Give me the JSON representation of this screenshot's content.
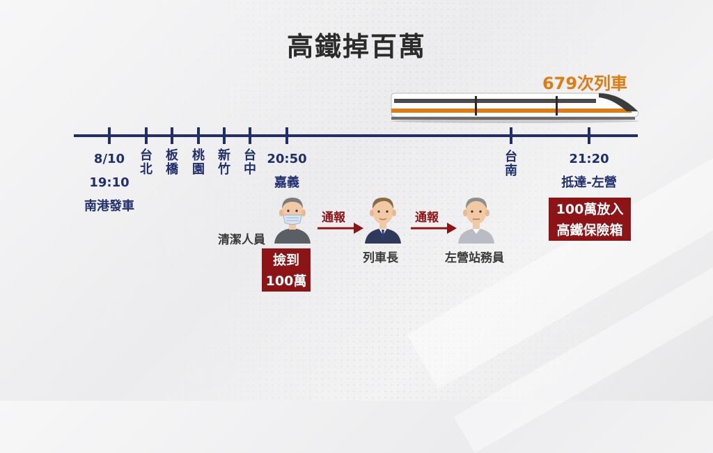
{
  "title": "高鐵掉百萬",
  "train": {
    "label": "679次列車"
  },
  "stops": [
    {
      "id": "nangang",
      "date": "8/10",
      "time": "19:10",
      "name": "南港發車"
    },
    {
      "id": "taipei",
      "chars": [
        "台",
        "北"
      ]
    },
    {
      "id": "banqiao",
      "chars": [
        "板",
        "橋"
      ]
    },
    {
      "id": "taoyuan",
      "chars": [
        "桃",
        "園"
      ]
    },
    {
      "id": "hsinchu",
      "chars": [
        "新",
        "竹"
      ]
    },
    {
      "id": "taichung",
      "chars": [
        "台",
        "中"
      ]
    },
    {
      "id": "chiayi",
      "time": "20:50",
      "name": "嘉義"
    },
    {
      "id": "tainan",
      "chars": [
        "台",
        "南"
      ]
    },
    {
      "id": "zuoying",
      "time": "21:20",
      "name": "抵達-左營"
    }
  ],
  "people": {
    "cleaner": {
      "label": "清潔人員"
    },
    "conductor": {
      "label": "列車長"
    },
    "station_staff": {
      "label": "左營站務員"
    }
  },
  "arrows": {
    "first": "通報",
    "second": "通報"
  },
  "boxes": {
    "found": [
      "撿到",
      "100萬"
    ],
    "insurance": [
      "100萬放入",
      "高鐵保險箱"
    ]
  },
  "colors": {
    "timeline": "#1f2f6e",
    "accent": "#e07b12",
    "box": "#8c1417"
  }
}
